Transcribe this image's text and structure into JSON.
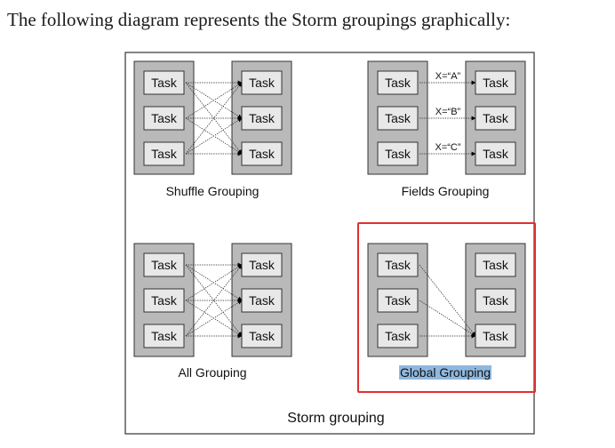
{
  "intro_text": "The following diagram represents the Storm groupings graphically:",
  "storm_caption": "Storm grouping",
  "task_label": "Task",
  "panels": {
    "shuffle": {
      "caption": "Shuffle Grouping"
    },
    "fields": {
      "caption": "Fields Grouping",
      "edge_labels": [
        "X=“A”",
        "X=“B”",
        "X=“C”"
      ]
    },
    "all": {
      "caption": "All Grouping"
    },
    "global": {
      "caption": "Global Grouping",
      "selected": true
    }
  },
  "colors": {
    "panel_fill": "#b9b9b9",
    "task_fill": "#e8e8e8",
    "highlight_border": "#e0302f",
    "selection_bg": "#8fb8de"
  }
}
